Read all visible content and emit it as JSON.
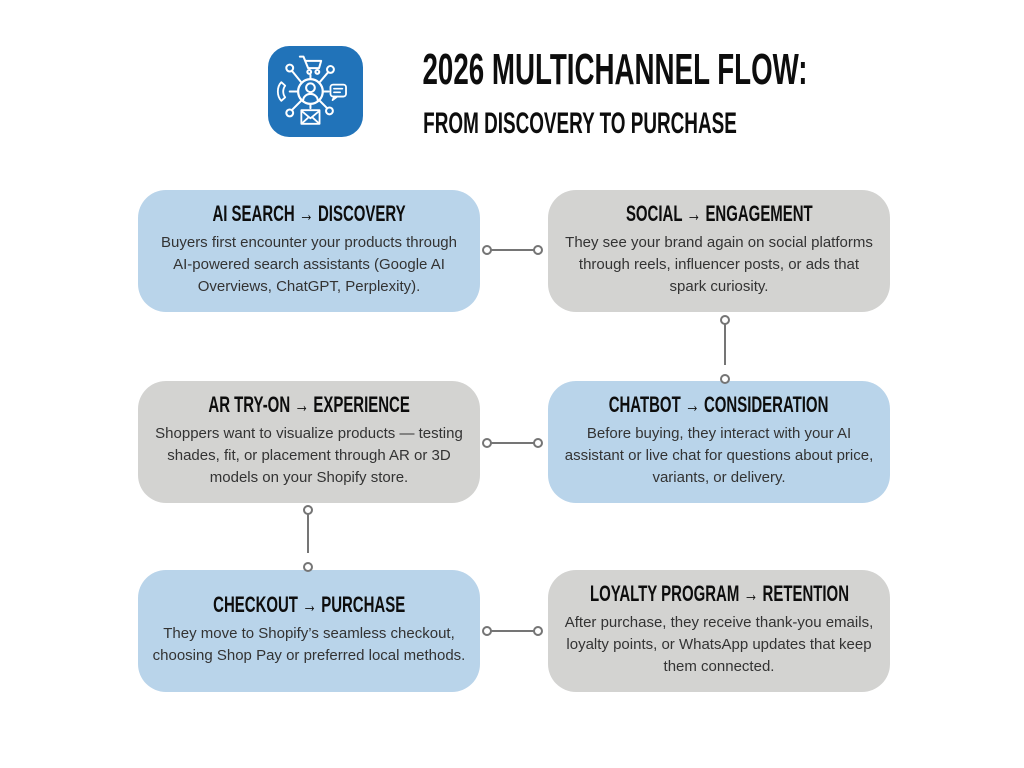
{
  "header": {
    "title": "2026 MULTICHANNEL FLOW:",
    "subtitle": "FROM DISCOVERY TO PURCHASE",
    "icon": "multichannel-network-icon"
  },
  "colors": {
    "background": "#ffffff",
    "icon_blue": "#2173b9",
    "box_blue": "#b9d4ea",
    "box_gray": "#d3d3d1",
    "connector_gray": "#757575",
    "heading_text": "#0d0d0d",
    "body_text": "#333333"
  },
  "flow_boxes": [
    {
      "id": "ai-search",
      "title": "AI SEARCH → DISCOVERY",
      "body": "Buyers first encounter your products through AI-powered search assistants (Google AI Overviews, ChatGPT, Perplexity).",
      "color": "blue",
      "position": "row1-left"
    },
    {
      "id": "social",
      "title": "SOCIAL → ENGAGEMENT",
      "body": "They see your brand again on social platforms through reels, influencer posts, or ads that spark curiosity.",
      "color": "gray",
      "position": "row1-right"
    },
    {
      "id": "ar-try-on",
      "title": "AR TRY-ON → EXPERIENCE",
      "body": "Shoppers want to visualize products — testing shades, fit, or placement through AR or 3D models on your Shopify store.",
      "color": "gray",
      "position": "row2-left"
    },
    {
      "id": "chatbot",
      "title": "CHATBOT → CONSIDERATION",
      "body": "Before buying, they interact with your AI assistant or live chat for questions about price, variants, or delivery.",
      "color": "blue",
      "position": "row2-right"
    },
    {
      "id": "checkout",
      "title": "CHECKOUT → PURCHASE",
      "body": "They move to Shopify’s seamless checkout, choosing Shop Pay or preferred local methods.",
      "color": "blue",
      "position": "row3-left"
    },
    {
      "id": "loyalty",
      "title": "LOYALTY PROGRAM → RETENTION",
      "body": "After purchase, they receive thank-you emails, loyalty points, or WhatsApp updates that keep them connected.",
      "color": "gray",
      "position": "row3-right"
    }
  ],
  "connectors": [
    {
      "from": "ai-search",
      "to": "social",
      "orientation": "horizontal"
    },
    {
      "from": "social",
      "to": "chatbot",
      "orientation": "vertical"
    },
    {
      "from": "ar-try-on",
      "to": "chatbot",
      "orientation": "horizontal"
    },
    {
      "from": "ar-try-on",
      "to": "checkout",
      "orientation": "vertical"
    },
    {
      "from": "checkout",
      "to": "loyalty",
      "orientation": "horizontal"
    }
  ]
}
